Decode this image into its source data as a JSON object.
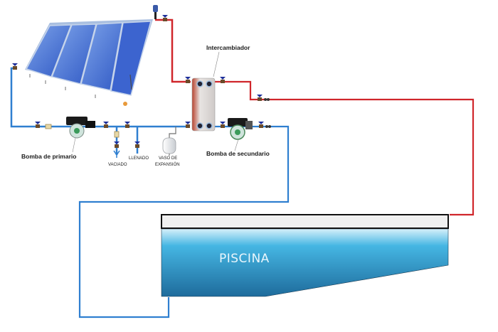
{
  "diagram": {
    "type": "solar pool heating schematic",
    "colors": {
      "cold_pipe": "#2f7fd0",
      "hot_pipe": "#d0262b",
      "pool_water_top": "#bfe6f5",
      "pool_water_mid": "#3aaede",
      "pool_water_bottom": "#1f6fa0",
      "pool_deck": "#f0f0f0",
      "panel_blue": "#4a78d8",
      "exchanger": "#c0503c",
      "valve_handle": "#1d2f9a"
    },
    "components": {
      "solar_panels": {
        "count": 4
      },
      "exchanger": {
        "label": "Intercambiador"
      },
      "primary_pump": {
        "label": "Bomba de primario"
      },
      "secondary_pump": {
        "label": "Bomba de secundario"
      },
      "drain": {
        "label": "VACIADO"
      },
      "fill": {
        "label": "LLENADO"
      },
      "expansion_vessel": {
        "label_line1": "VASO DE",
        "label_line2": "EXPANSIÓN"
      },
      "pool": {
        "label": "PISCINA"
      }
    }
  }
}
